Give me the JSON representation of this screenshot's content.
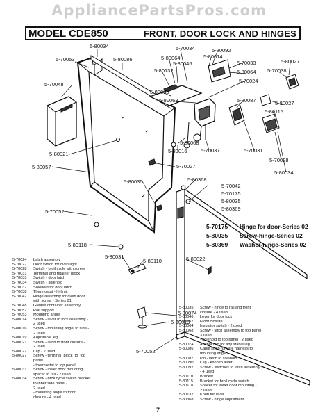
{
  "watermark": "AppliancePartsPros.com",
  "header": {
    "model": "MODEL CDE850",
    "title": "FRONT, DOOR LOCK AND HINGES"
  },
  "callouts": {
    "c01": "5-80034",
    "c02": "5-70034",
    "c03": "5-80092",
    "c04": "5-70053",
    "c05": "5-80086",
    "c06": "5-80064",
    "c07": "5-80014",
    "c08": "5-80046",
    "c09": "5-70033",
    "c10": "5-80027",
    "c11": "5-80132",
    "c12": "5-80064",
    "c13": "5-70038",
    "c14": "5-70048",
    "c15": "5-70024",
    "c16": "5-80090",
    "c17": "5-80068",
    "c18": "5-80087",
    "c19": "5-80027",
    "c20": "5-80115",
    "c21": "5-80068",
    "c22": "5-80016",
    "c23": "5-70037",
    "c24": "5-70031",
    "c25": "5-70028",
    "c26": "5-80021",
    "c27": "5-80057",
    "c28": "5-70027",
    "c29": "5-80034",
    "c30": "5-80035",
    "c31": "5-80368",
    "c32": "5-70042",
    "c33": "5-70175",
    "c34": "5-80035",
    "c35": "5-80369",
    "c36": "5-70052",
    "c37": "5-80118",
    "c38": "5-80031",
    "c39": "5-80110",
    "c40": "5-80022",
    "c41": "5-80074",
    "c42": "5-80019",
    "c43": "5-70052"
  },
  "bold_notes": [
    {
      "num": "5-70175",
      "text": "Hinge for door-Series 02"
    },
    {
      "num": "5-80035",
      "text": "Screw-hinge-Series 02"
    },
    {
      "num": "5-80369",
      "text": "Washer-hinge-Series 02"
    }
  ],
  "legend_left": [
    {
      "num": "5-70024",
      "text": "Latch assembly"
    },
    {
      "num": "5-70027",
      "text": "Door switch for oven light"
    },
    {
      "num": "5-70028",
      "text": "Switch - broil cycle with screw"
    },
    {
      "num": "5-70031",
      "text": "Terminal and retainer block"
    },
    {
      "num": "5-70033",
      "text": "Switch - door latch"
    },
    {
      "num": "5-70034",
      "text": "Switch - solenoid"
    },
    {
      "num": "5-70037",
      "text": "Solenoid for door latch"
    },
    {
      "num": "5-70038",
      "text": "Thermostat - hi-limit"
    },
    {
      "num": "5-70042",
      "text": "Hinge assembly for oven door"
    },
    {
      "num": "",
      "text": "with screw - Series 01"
    },
    {
      "num": "5-70048",
      "text": "Grease container assembly"
    },
    {
      "num": "5-70052",
      "text": "Rail support"
    },
    {
      "num": "5-70053",
      "text": "Mounting angle"
    },
    {
      "num": "5-80014",
      "text": "Screw - lever to lock assembly -"
    },
    {
      "num": "",
      "text": "2 used"
    },
    {
      "num": "5-80016",
      "text": "Screw - mounting angel to side -"
    },
    {
      "num": "",
      "text": "2 used"
    },
    {
      "num": "5-80019",
      "text": "Adjustable leg"
    },
    {
      "num": "5-80021",
      "text": "Screw - latch to front closure -"
    },
    {
      "num": "",
      "text": "2 used"
    },
    {
      "num": "5-80022",
      "text": "Clip - 2 used"
    },
    {
      "num": "5-80027",
      "text": "Screw - terminal  block  to  top"
    },
    {
      "num": "",
      "text": "panel"
    },
    {
      "num": "",
      "text": "- thermostat to top panel"
    },
    {
      "num": "5-80031",
      "text": "Screw - lower door mounting"
    },
    {
      "num": "",
      "text": "spacer to rail - 2 used"
    },
    {
      "num": "5-80034",
      "text": "Screw - broil cycle switch bracket"
    },
    {
      "num": "",
      "text": "to inner side panel -"
    },
    {
      "num": "",
      "text": "2 used"
    },
    {
      "num": "",
      "text": "- mounting angle to front"
    },
    {
      "num": "",
      "text": "closure - 4 used"
    }
  ],
  "legend_right": [
    {
      "num": "5-80035",
      "text": "Screw - hinge to rail and front"
    },
    {
      "num": "",
      "text": "closure - 4 used"
    },
    {
      "num": "5-80046",
      "text": "Lever for door lock"
    },
    {
      "num": "5-80057",
      "text": "Front closure"
    },
    {
      "num": "5-80064",
      "text": "Insulator switch - 2 used"
    },
    {
      "num": "5-80068",
      "text": "Screw - latch assembly to top panel"
    },
    {
      "num": "",
      "text": "3 used"
    },
    {
      "num": "",
      "text": "- solenoid to top panel - 2 used"
    },
    {
      "num": "5-80074",
      "text": "Anchor clip for adjustable leg"
    },
    {
      "num": "5-80086",
      "text": "Cable strap for wire harness to"
    },
    {
      "num": "",
      "text": "mounting angle"
    },
    {
      "num": "5-80087",
      "text": "Pin - latch to solenoid"
    },
    {
      "num": "5-80090",
      "text": "Clip - knob to lever"
    },
    {
      "num": "5-80092",
      "text": "Screw - switches to latch assembly"
    },
    {
      "num": "",
      "text": "- 4 used"
    },
    {
      "num": "5-80110",
      "text": "Bracket"
    },
    {
      "num": "5-80115",
      "text": "Bracket for broil cycle switch"
    },
    {
      "num": "5-80118",
      "text": "Spacer for lower door mounting -"
    },
    {
      "num": "",
      "text": "2 used"
    },
    {
      "num": "5-80132",
      "text": "Knob for lever"
    },
    {
      "num": "5-80368",
      "text": "Screw - hinge adjustment"
    }
  ],
  "page_number": "7"
}
